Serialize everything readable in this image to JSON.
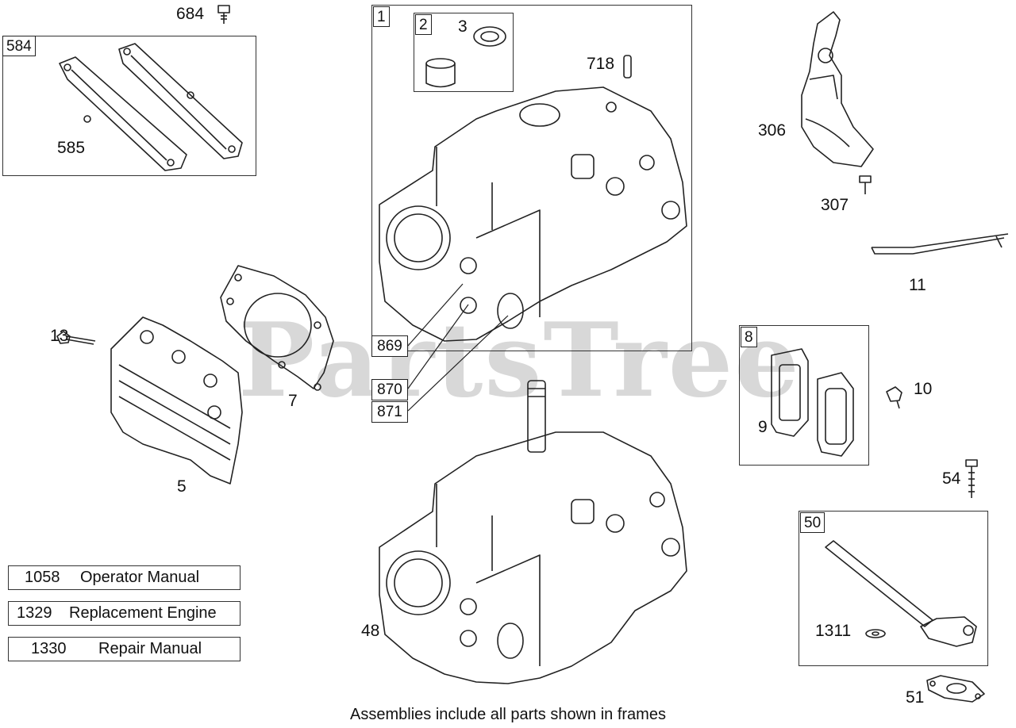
{
  "watermark": "PartsTree",
  "footer_note": "Assemblies include all parts shown in frames",
  "frames": {
    "f584": "584",
    "f1": "1",
    "f2": "2",
    "f8": "8",
    "f50": "50"
  },
  "callouts": {
    "p684": "684",
    "p585": "585",
    "p3": "3",
    "p718": "718",
    "p306": "306",
    "p307": "307",
    "p11": "11",
    "p13": "13",
    "p7": "7",
    "p5": "5",
    "p9": "9",
    "p10": "10",
    "p54": "54",
    "p48": "48",
    "p1311": "1311",
    "p51": "51"
  },
  "stacked_labels": [
    "869",
    "870",
    "871"
  ],
  "manuals": [
    {
      "number": "1058",
      "name": "Operator Manual"
    },
    {
      "number": "1329",
      "name": "Replacement Engine"
    },
    {
      "number": "1330",
      "name": "Repair Manual"
    }
  ]
}
